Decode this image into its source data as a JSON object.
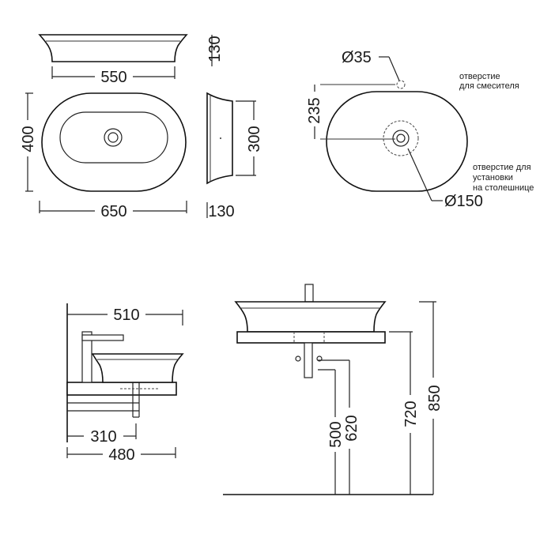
{
  "dims": {
    "top_width_550": "550",
    "top_height_130": "130",
    "plan_width_650": "650",
    "plan_depth_400": "400",
    "side_depth_300": "300",
    "side_height_130": "130",
    "hole_diameter_35": "Ø35",
    "hole_offset_235": "235",
    "hole_diameter_150": "Ø150",
    "front_510": "510",
    "front_310": "310",
    "front_480": "480",
    "elev_500": "500",
    "elev_620": "620",
    "elev_720": "720",
    "elev_850": "850"
  },
  "notes": {
    "mixer_hole_line1": "отверстие",
    "mixer_hole_line2": "для смесителя",
    "counter_hole_line1": "отверстие для",
    "counter_hole_line2": "установки",
    "counter_hole_line3": "на столешнице"
  }
}
